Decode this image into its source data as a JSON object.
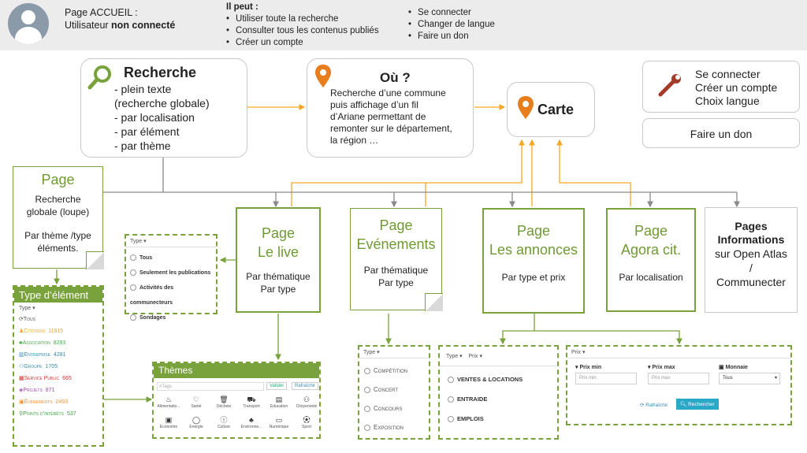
{
  "header": {
    "page_label": "Page ACCUEIL :",
    "user_prefix": "Utilisateur ",
    "user_status": "non connecté",
    "can_title": "Il peut :",
    "can_list_1": [
      "Utiliser toute la recherche",
      "Consulter tous les contenus publiés",
      "Créer un compte"
    ],
    "can_list_2": [
      "Se connecter",
      "Changer de langue",
      "Faire un don"
    ]
  },
  "recherche": {
    "title": "Recherche",
    "lines": [
      "- plein texte",
      "(recherche globale)",
      "- par localisation",
      "- par élément",
      "- par thème"
    ]
  },
  "ou": {
    "title": "Où ?",
    "text_lines": [
      "Recherche d’une commune",
      "puis affichage d’un fil",
      "d’Ariane permettant de",
      "remonter sur le département,",
      "la région …"
    ]
  },
  "carte": {
    "title": "Carte"
  },
  "account": {
    "lines": [
      "Se connecter",
      "Créer un compte",
      "Choix langue"
    ]
  },
  "don": {
    "label": "Faire un don"
  },
  "page_recherche": {
    "title": "Page",
    "lines": [
      "Recherche",
      "globale (loupe)"
    ],
    "lines2": [
      "Par thème /type",
      "éléments."
    ]
  },
  "page_live": {
    "title1": "Page",
    "title2": "Le live",
    "lines": [
      "Par thématique",
      "Par type"
    ]
  },
  "page_events": {
    "title1": "Page",
    "title2": "Evénements",
    "lines": [
      "Par thématique",
      "Par type"
    ]
  },
  "page_annonces": {
    "title1": "Page",
    "title2": "Les annonces",
    "lines": [
      "Par  type et prix"
    ]
  },
  "page_agora": {
    "title1": "Page",
    "title2": "Agora cit.",
    "lines": [
      "Par localisation"
    ]
  },
  "pages_info": {
    "title1": "Pages",
    "title2": "Informations",
    "lines": [
      "sur Open Atlas",
      "/",
      "Communecter"
    ]
  },
  "type_element": {
    "title": "Type d’élément",
    "filter_label": "Type",
    "items": [
      {
        "label": "Tous",
        "count": "",
        "color": "#555555"
      },
      {
        "label": "Citoyens",
        "count": "11915",
        "color": "#f0a830"
      },
      {
        "label": "Association",
        "count": "8293",
        "color": "#4aa84a"
      },
      {
        "label": "Entreprise",
        "count": "4281",
        "color": "#3a8ab0"
      },
      {
        "label": "Groupe",
        "count": "1705",
        "color": "#3a8ab0"
      },
      {
        "label": "Service Public",
        "count": "665",
        "color": "#d03030"
      },
      {
        "label": "Projets",
        "count": "871",
        "color": "#a04ab0"
      },
      {
        "label": "Événements",
        "count": "2493",
        "color": "#f09030"
      },
      {
        "label": "Points d’intérêts",
        "count": "537",
        "color": "#40a040"
      }
    ]
  },
  "live_filter": {
    "label": "Type",
    "options": [
      "Tous",
      "Seulement les publications",
      "Activités des communecteurs",
      "Sondages"
    ]
  },
  "themes": {
    "title": "Thèmes",
    "tags_placeholder": "#Tags",
    "valider": "Valider",
    "rafraichir": "Rafraîchir",
    "row1": [
      "Alimentatio...",
      "Santé",
      "Déchets",
      "Transport",
      "Education",
      "Citoyenneté"
    ],
    "row2": [
      "Economie",
      "Energie",
      "Culture",
      "Environne...",
      "Numérique",
      "Sport"
    ]
  },
  "event_filter": {
    "label": "Type",
    "options": [
      "Compétition",
      "Concert",
      "Concours",
      "Exposition"
    ]
  },
  "annonces_filter": {
    "type_label": "Type",
    "prix_label": "Prix",
    "options": [
      "VENTES & LOCATIONS",
      "ENTRAIDE",
      "EMPLOIS"
    ]
  },
  "prix_filter": {
    "label": "Prix",
    "min_label": "Prix min",
    "max_label": "Prix max",
    "monnaie_label": "Monnaie",
    "min_placeholder": "Prix min",
    "max_placeholder": "Prix max",
    "monnaie_value": "Tous",
    "refresh": "Rafraîchir",
    "search": "Rechercher"
  },
  "colors": {
    "green": "#7aa23c",
    "orange": "#f5a623",
    "grey_line": "#8a8a8a",
    "pin": "#e87d1e"
  }
}
